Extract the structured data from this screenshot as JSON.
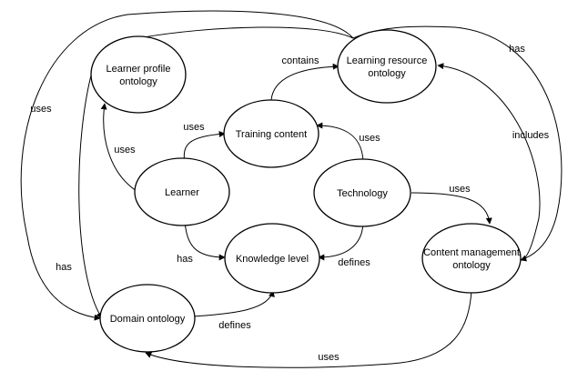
{
  "nodes": {
    "learner_profile": [
      "Learner profile",
      "ontology"
    ],
    "learning_resource": [
      "Learning resource",
      "ontology"
    ],
    "training_content": [
      "Training content"
    ],
    "learner": [
      "Learner"
    ],
    "technology": [
      "Technology"
    ],
    "knowledge_level": [
      "Knowledge level"
    ],
    "content_mgmt": [
      "Content management",
      "ontology"
    ],
    "domain": [
      "Domain ontology"
    ]
  },
  "edges": {
    "contains": "contains",
    "has_top": "has",
    "uses_left": "uses",
    "uses_lp": "uses",
    "uses_tc": "uses",
    "uses_tech_tc": "uses",
    "includes": "includes",
    "uses_tech_cm": "uses",
    "has_learner_kl": "has",
    "defines_tech_kl": "defines",
    "has_left": "has",
    "defines_domain_kl": "defines",
    "uses_bottom": "uses"
  }
}
